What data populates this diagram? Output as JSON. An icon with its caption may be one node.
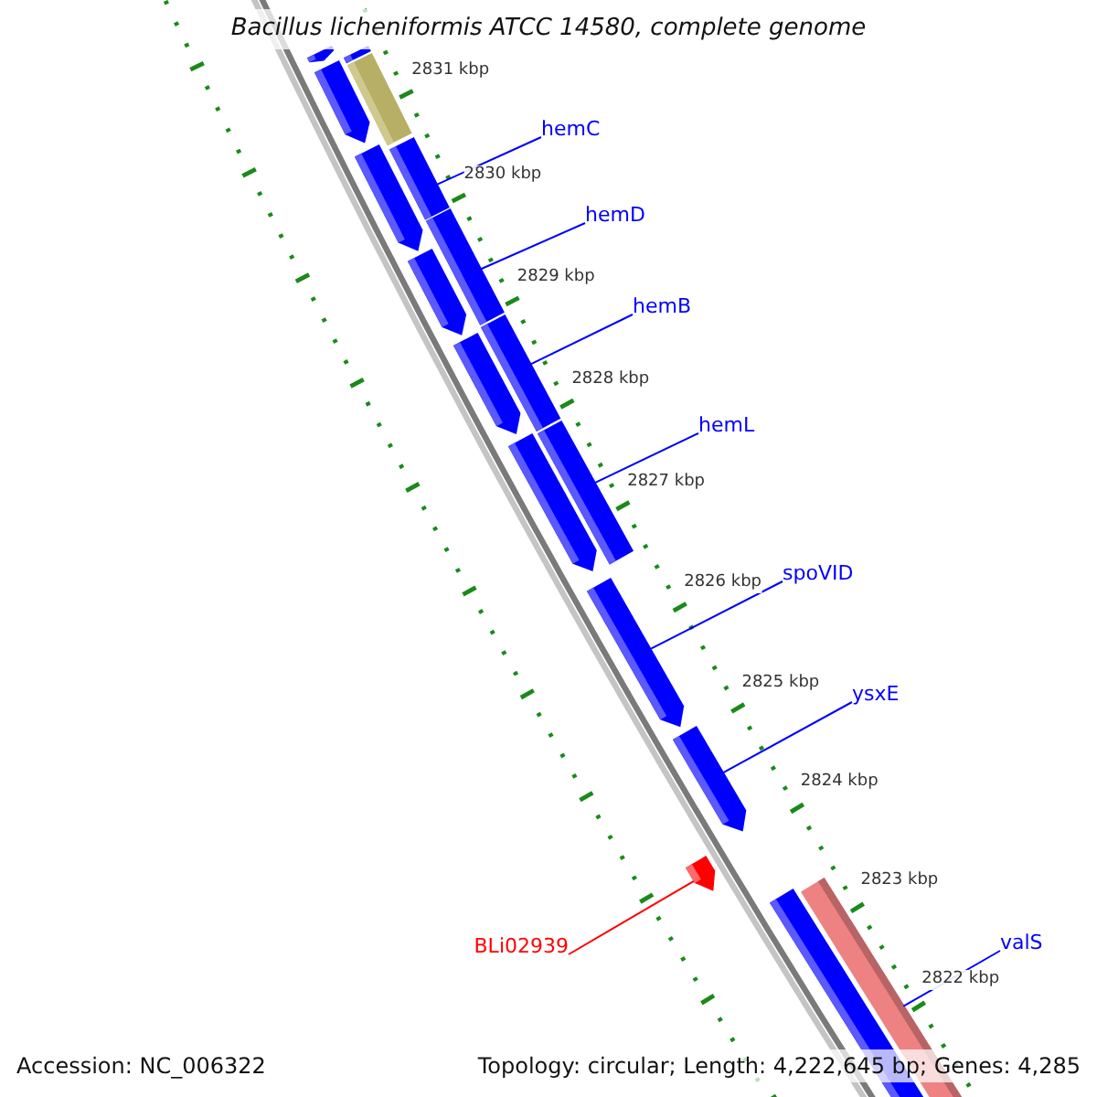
{
  "diagram": {
    "title": "Bacillus licheniformis ATCC 14580, complete genome",
    "nodes": [
      {
        "text": [
          "hemC"
        ]
      },
      {
        "text": [
          "hemD"
        ]
      },
      {
        "text": [
          "hemB"
        ]
      },
      {
        "text": [
          "hemL"
        ]
      },
      {
        "text": [
          "spoVID"
        ]
      },
      {
        "text": [
          "ysxE"
        ]
      },
      {
        "text": [
          "valS"
        ]
      },
      {
        "text": [
          "BLi02939"
        ]
      },
      {
        "text": [],
        "shape": "arrow"
      },
      {
        "text": [],
        "shape": "bar"
      },
      {
        "text": [],
        "shape": "arrow"
      },
      {
        "text": [],
        "shape": "bar"
      },
      {
        "text": [],
        "shape": "bar"
      },
      {
        "text": [],
        "shape": "arrow"
      },
      {
        "text": [],
        "shape": "bar"
      },
      {
        "text": [],
        "shape": "arrow"
      },
      {
        "text": [],
        "shape": "bar"
      },
      {
        "text": [],
        "shape": "arrow"
      },
      {
        "text": [],
        "shape": "bar"
      },
      {
        "text": [],
        "shape": "arrow"
      },
      {
        "text": [],
        "shape": "arrow"
      },
      {
        "text": [],
        "shape": "arrow"
      },
      {
        "text": [],
        "shape": "arrow"
      },
      {
        "text": [],
        "shape": "bar"
      },
      {
        "text": [],
        "shape": "bar"
      }
    ],
    "edges": [
      {
        "from": 0,
        "to": 12,
        "arrow": "none"
      },
      {
        "from": 1,
        "to": 14,
        "arrow": "none"
      },
      {
        "from": 2,
        "to": 16,
        "arrow": "none"
      },
      {
        "from": 3,
        "to": 18,
        "arrow": "none"
      },
      {
        "from": 4,
        "to": 20,
        "arrow": "none"
      },
      {
        "from": 5,
        "to": 21,
        "arrow": "none"
      },
      {
        "from": 6,
        "to": 23,
        "arrow": "none"
      },
      {
        "from": 7,
        "to": 22,
        "arrow": "none",
        "color": "#ff0000"
      }
    ],
    "labels": [
      "2831 kbp",
      "2830 kbp",
      "2829 kbp",
      "2828 kbp",
      "2827 kbp",
      "2826 kbp",
      "2825 kbp",
      "2824 kbp",
      "2823 kbp",
      "2822 kbp",
      "Accession: NC_006322",
      "Topology: circular; Length: 4,222,645 bp; Genes: 4,285"
    ]
  }
}
